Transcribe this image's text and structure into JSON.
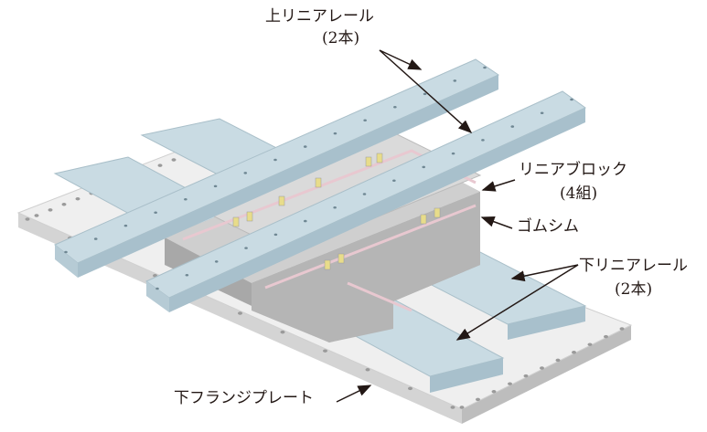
{
  "labels": {
    "upper_rail": "上リニアレール",
    "upper_rail_count": "(2本)",
    "linear_block": "リニアブロック",
    "linear_block_count": "(4組)",
    "rubber_shim": "ゴムシム",
    "lower_rail": "下リニアレール",
    "lower_rail_count": "(2本)",
    "flange_plate": "下フランジプレート"
  },
  "colors": {
    "plate": "#eeeeee",
    "rail": "#c9dbe3",
    "block": "#c8c8c8",
    "shim": "#e8c8d0",
    "accent": "#e8dc8a"
  }
}
